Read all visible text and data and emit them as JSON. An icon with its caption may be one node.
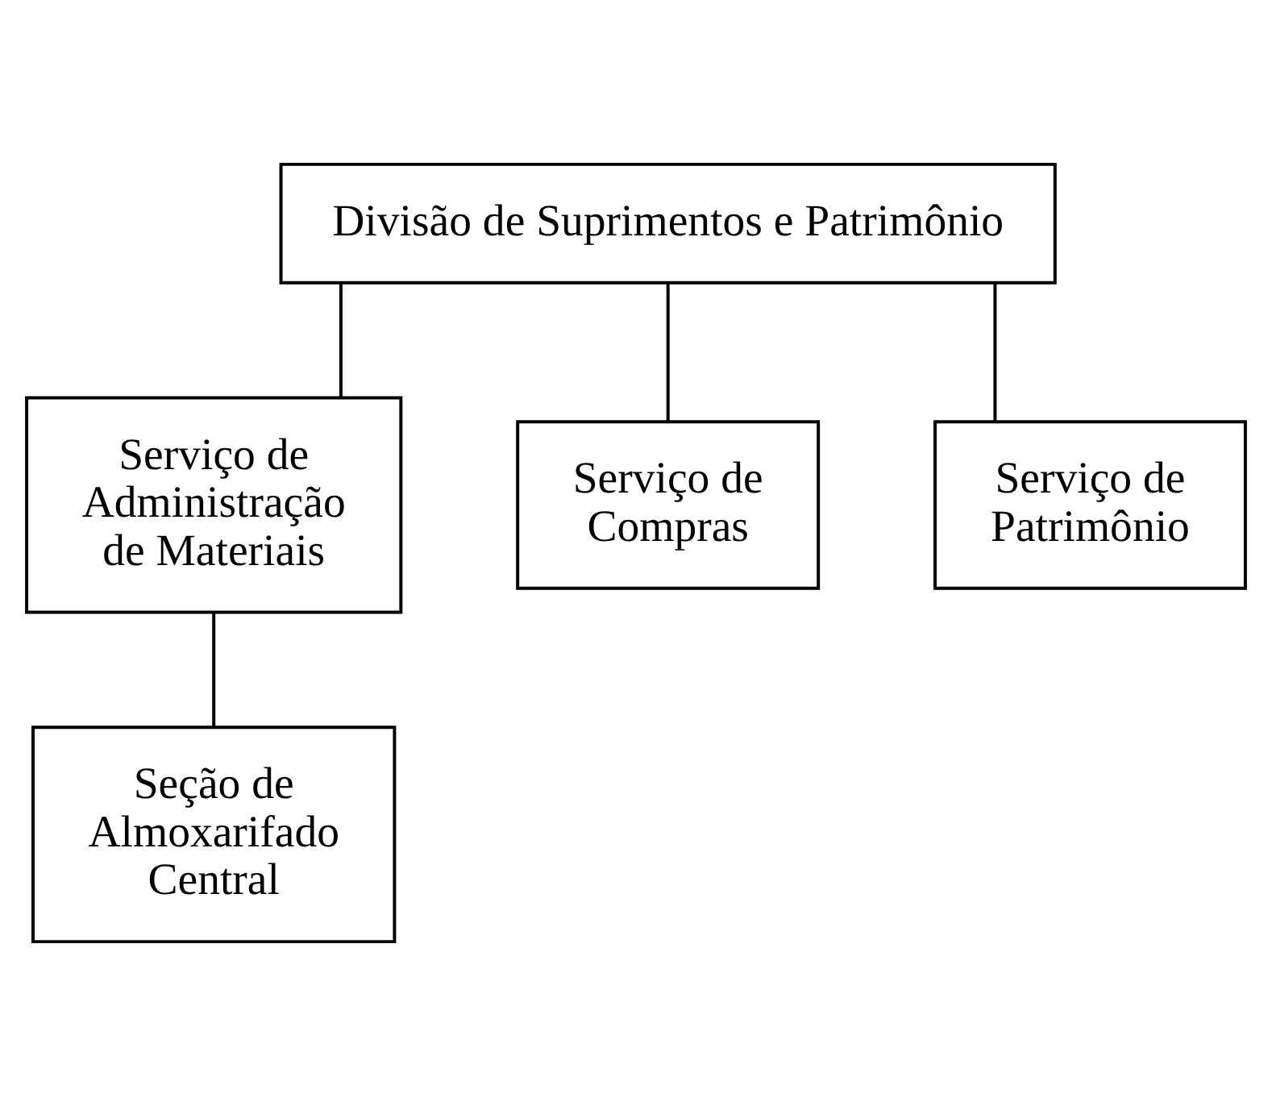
{
  "diagram": {
    "nodes": [
      {
        "text": [
          "Divisão de Suprimentos e Patrimônio"
        ]
      },
      {
        "text": [
          "Serviço de Administração de Materiais"
        ]
      },
      {
        "text": [
          "Seção de Almoxarifado Central"
        ]
      },
      {
        "text": [
          "Serviço de Compras"
        ]
      },
      {
        "text": [
          "Serviço de Patrimônio"
        ]
      }
    ],
    "edges": [
      {
        "from": 0,
        "to": 1,
        "arrow": "none"
      },
      {
        "from": 1,
        "to": 2,
        "arrow": "none"
      },
      {
        "from": 0,
        "to": 3,
        "arrow": "none"
      },
      {
        "from": 0,
        "to": 4,
        "arrow": "none"
      }
    ]
  }
}
